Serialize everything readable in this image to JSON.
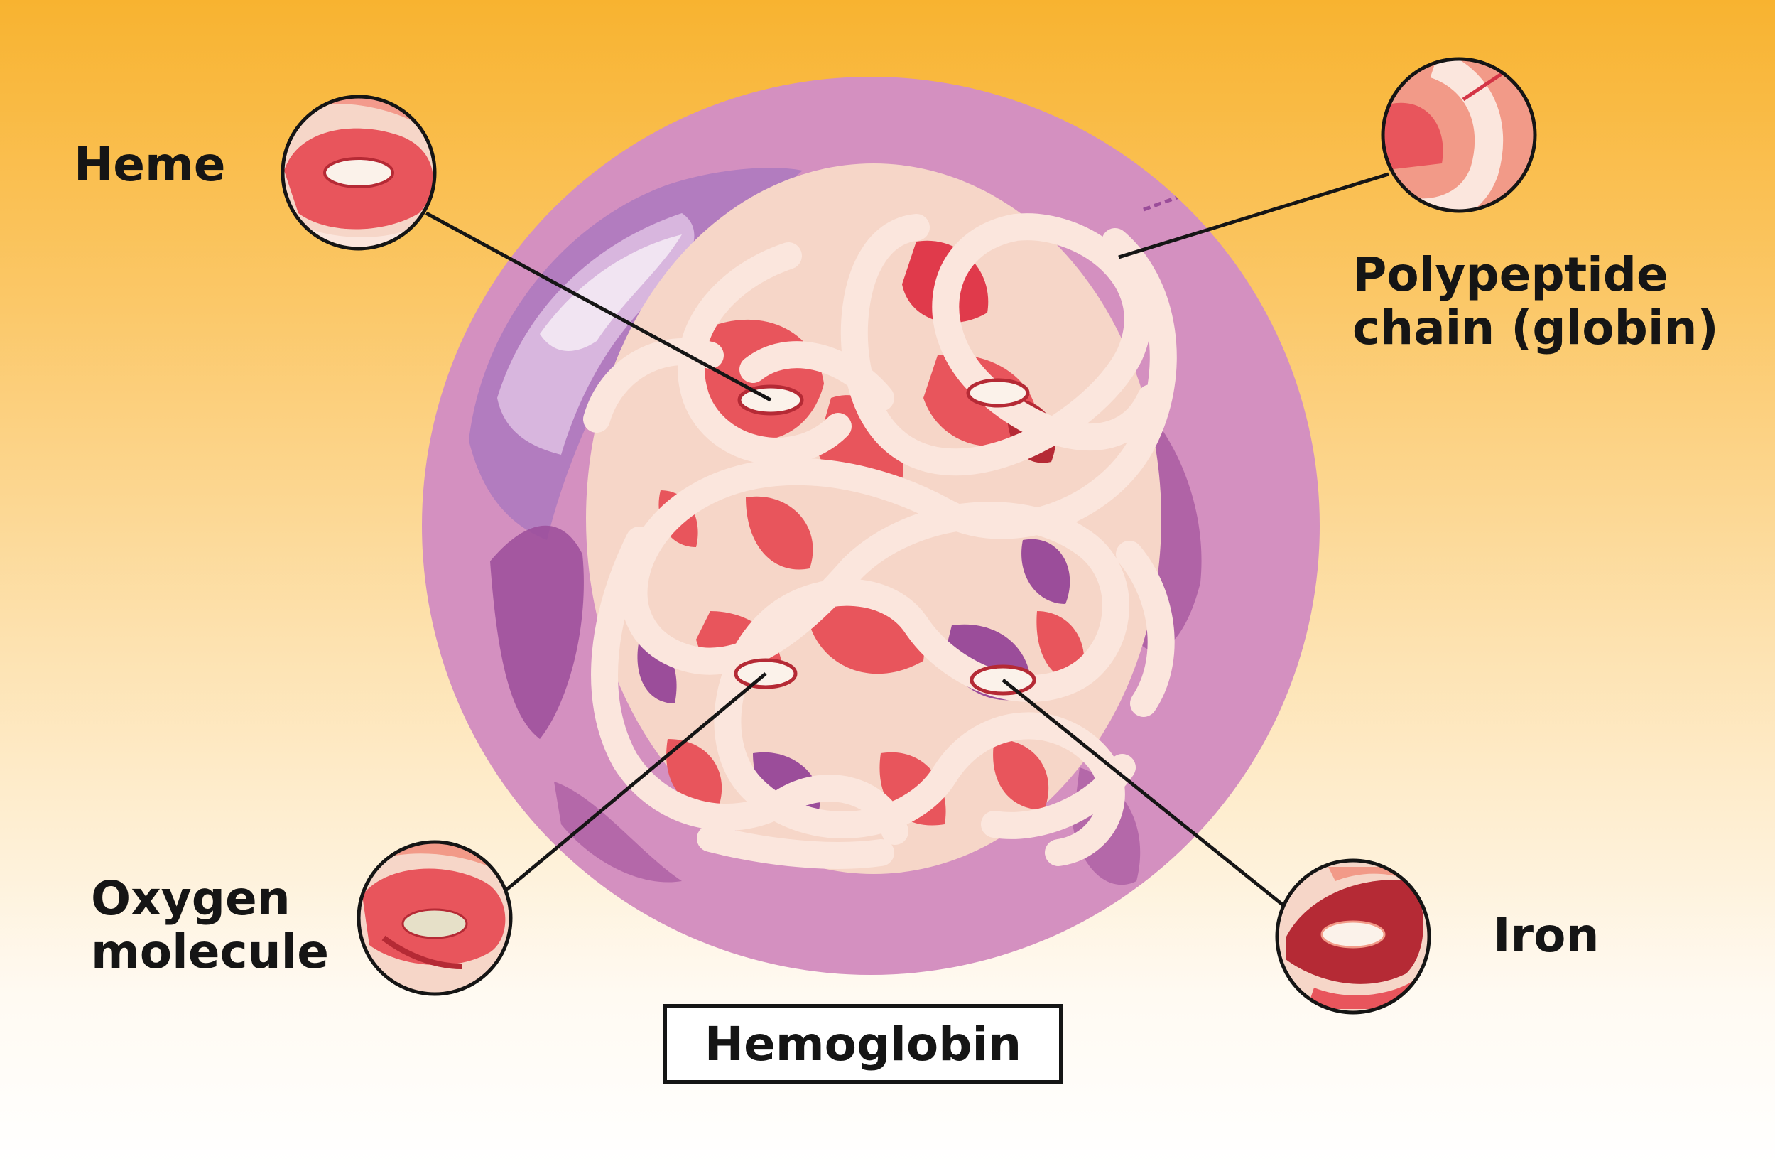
{
  "diagram": {
    "title": "Hemoglobin",
    "labels": {
      "heme": "Heme",
      "polypeptide_line1": "Polypeptide",
      "polypeptide_line2": "chain (globin)",
      "oxygen_line1": "Oxygen",
      "oxygen_line2": "molecule",
      "iron": "Iron"
    },
    "colors": {
      "background_top": "#f8b330",
      "background_bottom": "#ffffff",
      "cell_body": "#d490c0",
      "cell_shadow": "#9b4d9a",
      "globin_chain": "#fbe6dd",
      "heme_red": "#e8555c",
      "iron_dark": "#b52a35",
      "outline": "#151515"
    },
    "icons": [
      "magnifier-circle-heme",
      "magnifier-circle-polypeptide",
      "magnifier-circle-oxygen",
      "magnifier-circle-iron"
    ]
  }
}
